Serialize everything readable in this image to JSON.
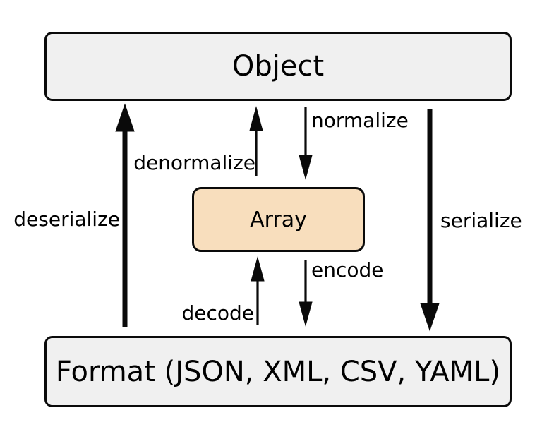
{
  "diagram": {
    "title": "Object / Array / Format serialization flow",
    "nodes": {
      "object": {
        "label": "Object"
      },
      "array": {
        "label": "Array"
      },
      "format": {
        "label": "Format (JSON, XML, CSV, YAML)"
      }
    },
    "edges": {
      "normalize": {
        "label": "normalize",
        "from": "Object",
        "to": "Array",
        "direction": "down",
        "weight": "thin"
      },
      "denormalize": {
        "label": "denormalize",
        "from": "Array",
        "to": "Object",
        "direction": "up",
        "weight": "thin"
      },
      "encode": {
        "label": "encode",
        "from": "Array",
        "to": "Format",
        "direction": "down",
        "weight": "thin"
      },
      "decode": {
        "label": "decode",
        "from": "Format",
        "to": "Array",
        "direction": "up",
        "weight": "thin"
      },
      "serialize": {
        "label": "serialize",
        "from": "Object",
        "to": "Format",
        "direction": "down",
        "weight": "thick"
      },
      "deserialize": {
        "label": "deserialize",
        "from": "Format",
        "to": "Object",
        "direction": "up",
        "weight": "thick"
      }
    },
    "colors": {
      "node_fill": "#f0f0f0",
      "array_fill": "#f8debd",
      "stroke": "#0a0a0a",
      "background": "#ffffff"
    }
  }
}
